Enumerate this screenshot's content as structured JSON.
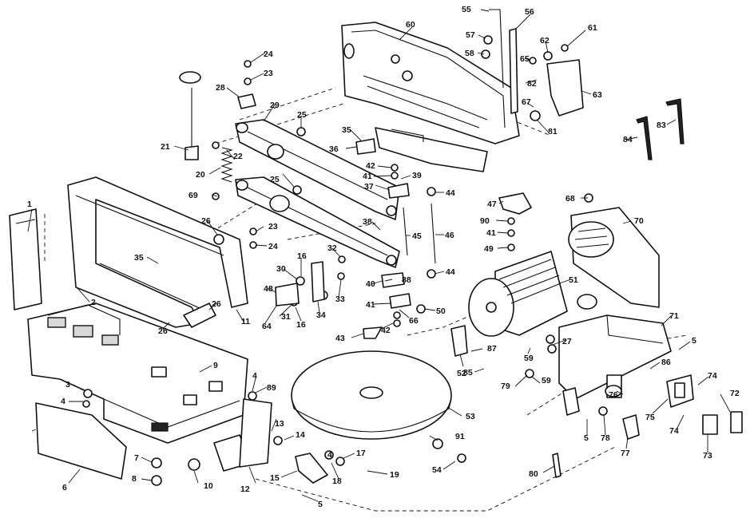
{
  "callouts": [
    "1",
    "2",
    "3",
    "4",
    "4",
    "4",
    "5",
    "5",
    "5",
    "6",
    "7",
    "8",
    "9",
    "10",
    "11",
    "12",
    "13",
    "14",
    "15",
    "16",
    "16",
    "17",
    "18",
    "19",
    "20",
    "21",
    "22",
    "23",
    "23",
    "24",
    "24",
    "25",
    "25",
    "26",
    "26",
    "26",
    "27",
    "28",
    "29",
    "30",
    "31",
    "32",
    "33",
    "34",
    "35",
    "35",
    "36",
    "37",
    "38",
    "39",
    "40",
    "41",
    "41",
    "41",
    "42",
    "42",
    "43",
    "44",
    "44",
    "45",
    "46",
    "47",
    "48",
    "49",
    "50",
    "51",
    "52",
    "53",
    "54",
    "55",
    "56",
    "57",
    "58",
    "59",
    "59",
    "60",
    "61",
    "62",
    "63",
    "64",
    "65",
    "66",
    "67",
    "68",
    "69",
    "70",
    "71",
    "72",
    "73",
    "74",
    "74",
    "75",
    "76",
    "77",
    "78",
    "79",
    "80",
    "81",
    "82",
    "83",
    "84",
    "85",
    "86",
    "87",
    "88",
    "89",
    "90",
    "91"
  ]
}
